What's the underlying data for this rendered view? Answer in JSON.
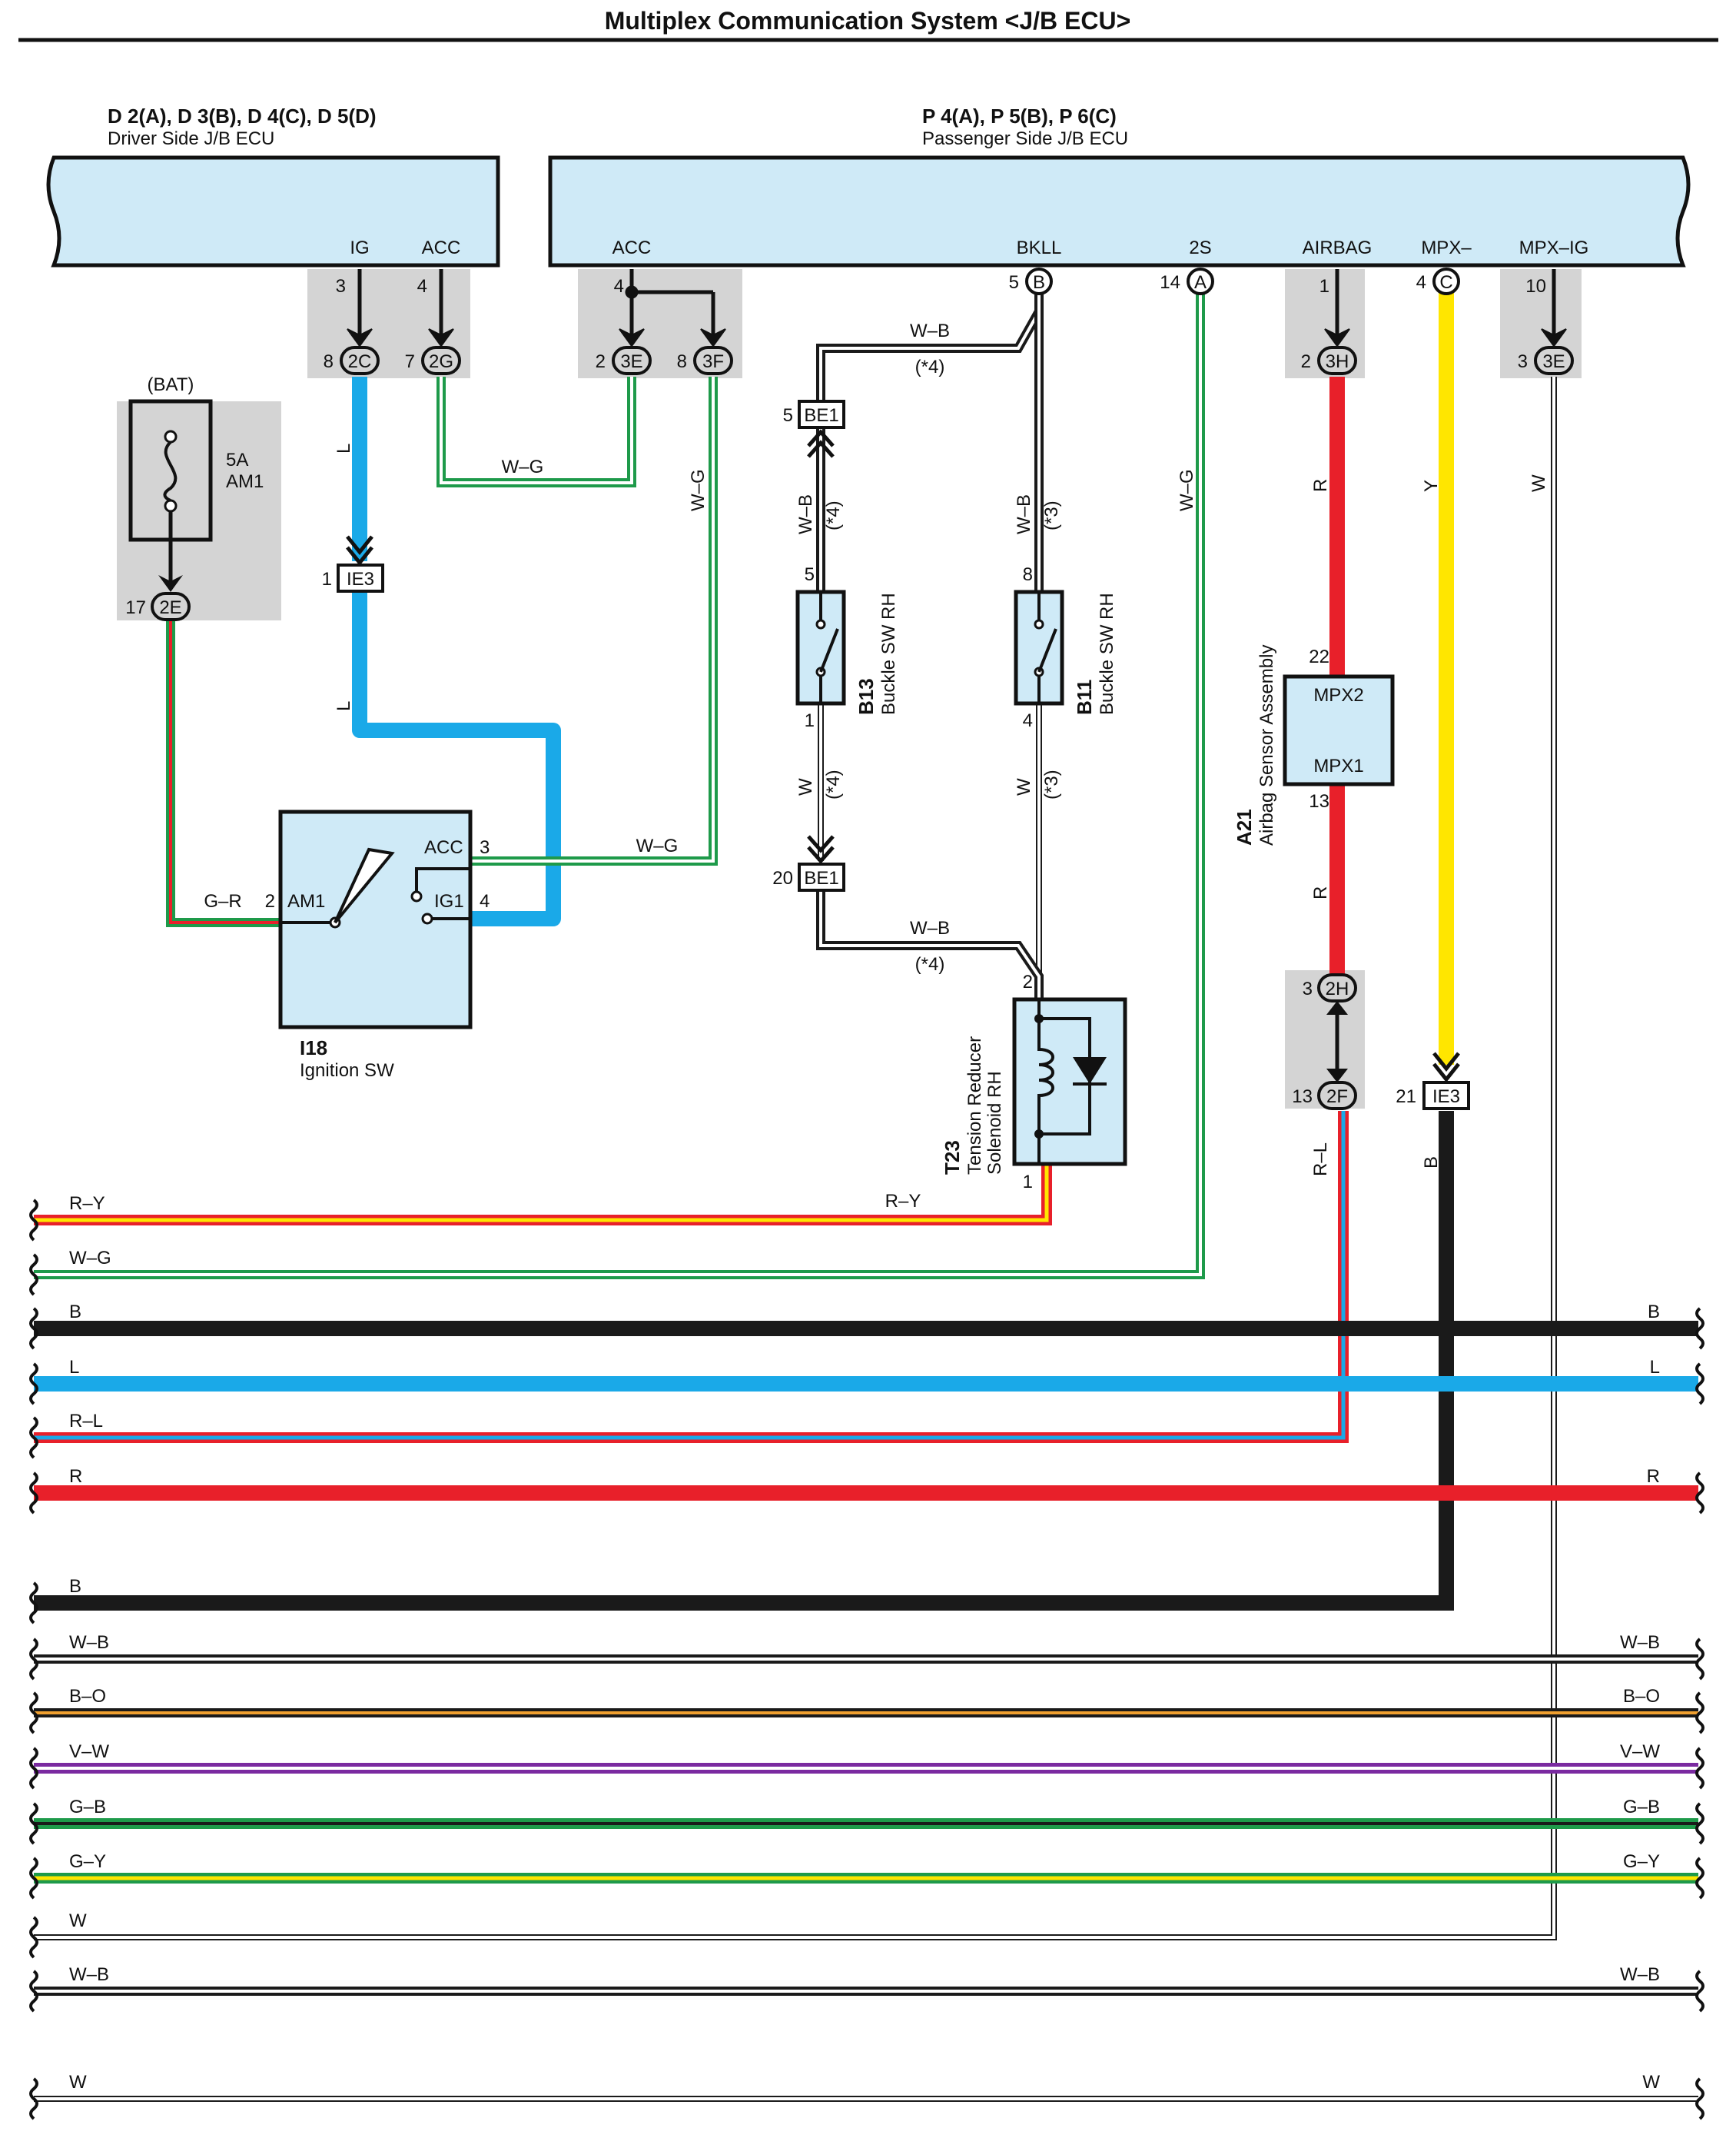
{
  "title": "Multiplex Communication System <J/B ECU>",
  "colors": {
    "L": "#1aa9e8",
    "R": "#e8202a",
    "Y": "#ffe600",
    "B": "#1a1a1a",
    "G": "#1e9a4a",
    "W": "#ffffff",
    "O": "#f0a030",
    "V": "#7a2aa0",
    "ecu_fill": "#cfeaf7",
    "connector_shade": "#d4d4d4"
  },
  "ecu": {
    "driver": {
      "id": "D 2(A), D 3(B), D 4(C), D 5(D)",
      "name": "Driver Side J/B ECU",
      "pins": [
        "IG",
        "ACC"
      ]
    },
    "passenger": {
      "id": "P 4(A), P 5(B), P 6(C)",
      "name": "Passenger Side J/B ECU",
      "pins": [
        "ACC",
        "BKLL",
        "2S",
        "AIRBAG",
        "MPX–",
        "MPX–IG"
      ]
    }
  },
  "connectors": {
    "c2C": "2C",
    "c2G": "2G",
    "c3E": "3E",
    "c3F": "3F",
    "c3H": "3H",
    "c3E2": "3E",
    "cB": "B",
    "cA": "A",
    "cC": "C",
    "c2E": "2E",
    "cIE3": "IE3",
    "cBE1a": "BE1",
    "cBE1b": "BE1",
    "c2H": "2H",
    "c2F": "2F",
    "cIE3b": "IE3"
  },
  "pins": {
    "p_ig": "3",
    "p_acc_d": "4",
    "p_2c": "8",
    "p_2g": "7",
    "p_acc_p": "4",
    "p_3e": "2",
    "p_3f": "8",
    "p_bkll": "5",
    "p_2s": "14",
    "p_airbag": "1",
    "p_3h": "2",
    "p_mpx": "4",
    "p_mpxig": "10",
    "p_3e2": "3",
    "p_2e": "17",
    "p_ie3": "1",
    "p_be1a": "5",
    "p_be1b": "20",
    "p_b13_top": "5",
    "p_b13_bot": "1",
    "p_b11_top": "8",
    "p_b11_bot": "4",
    "p_t23_top": "2",
    "p_t23_bot": "1",
    "p_a21_top": "22",
    "p_a21_bot": "13",
    "p_2h": "3",
    "p_2f": "13",
    "p_ie3b": "21",
    "p_am1": "2",
    "p_acc_sw": "3",
    "p_ig1_sw": "4"
  },
  "wire_labels": {
    "L1": "L",
    "L2": "L",
    "WG1": "W–G",
    "WG2": "W–G",
    "WG3": "W–G",
    "WG4": "W–G",
    "GR": "G–R",
    "WB1": "W–B",
    "WB2": "W–B",
    "WB3": "W–B",
    "WB4": "W–B",
    "s4a": "(*4)",
    "s4b": "(*4)",
    "s4c": "(*4)",
    "s4d": "(*4)",
    "s3a": "(*3)",
    "s3b": "(*3)",
    "W1": "W",
    "W2": "W",
    "W3": "W",
    "R1": "R",
    "R2": "R",
    "Y1": "Y",
    "RL": "R–L",
    "B1": "B",
    "RY": "R–Y"
  },
  "components": {
    "bat": {
      "label": "(BAT)",
      "rating": "5A",
      "name": "AM1"
    },
    "ign": {
      "code": "I18",
      "name": "Ignition SW",
      "am1": "AM1",
      "acc": "ACC",
      "ig1": "IG1"
    },
    "b13": {
      "code": "B13",
      "name": "Buckle SW RH"
    },
    "b11": {
      "code": "B11",
      "name": "Buckle SW RH"
    },
    "t23": {
      "code": "T23",
      "name1": "Tension Reducer",
      "name2": "Solenoid RH"
    },
    "a21": {
      "code": "A21",
      "name": "Airbag Sensor Assembly",
      "mpx2": "MPX2",
      "mpx1": "MPX1"
    }
  },
  "buses": [
    {
      "left": "R–Y",
      "right": "R–Y",
      "both": false
    },
    {
      "left": "W–G",
      "right": "",
      "both": false
    },
    {
      "left": "B",
      "right": "B",
      "both": true
    },
    {
      "left": "L",
      "right": "L",
      "both": true
    },
    {
      "left": "R–L",
      "right": "",
      "both": false
    },
    {
      "left": "R",
      "right": "R",
      "both": true
    },
    {
      "left": "B",
      "right": "",
      "both": false
    },
    {
      "left": "W–B",
      "right": "W–B",
      "both": true
    },
    {
      "left": "B–O",
      "right": "B–O",
      "both": true
    },
    {
      "left": "V–W",
      "right": "V–W",
      "both": true
    },
    {
      "left": "G–B",
      "right": "G–B",
      "both": true
    },
    {
      "left": "G–Y",
      "right": "G–Y",
      "both": true
    },
    {
      "left": "W",
      "right": "",
      "both": false
    },
    {
      "left": "W–B",
      "right": "W–B",
      "both": true
    },
    {
      "left": "W",
      "right": "W",
      "both": true
    }
  ]
}
